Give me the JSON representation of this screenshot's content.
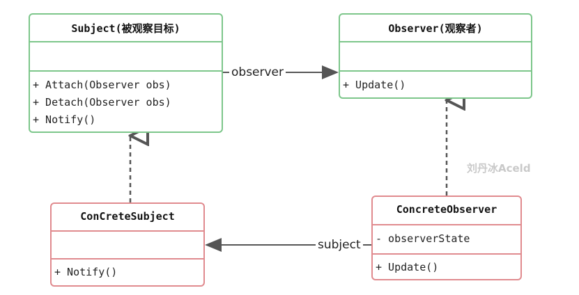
{
  "classes": {
    "subject": {
      "title": "Subject(被观察目标)",
      "methods": [
        "+ Attach(Observer obs)",
        "+ Detach(Observer obs)",
        "+ Notify()"
      ]
    },
    "observer": {
      "title": "Observer(观察者)",
      "methods": [
        "+ Update()"
      ]
    },
    "concrete_subject": {
      "title": "ConCreteSubject",
      "methods": [
        "+ Notify()"
      ]
    },
    "concrete_observer": {
      "title": "ConcreteObserver",
      "attributes": [
        "- observerState"
      ],
      "methods": [
        "+ Update()"
      ]
    }
  },
  "associations": {
    "observer_label": "observer",
    "subject_label": "subject"
  },
  "watermark": "刘丹冰Aceld",
  "colors": {
    "abstract_border": "#7cc68a",
    "concrete_border": "#e08a8e",
    "arrow": "#555555"
  }
}
